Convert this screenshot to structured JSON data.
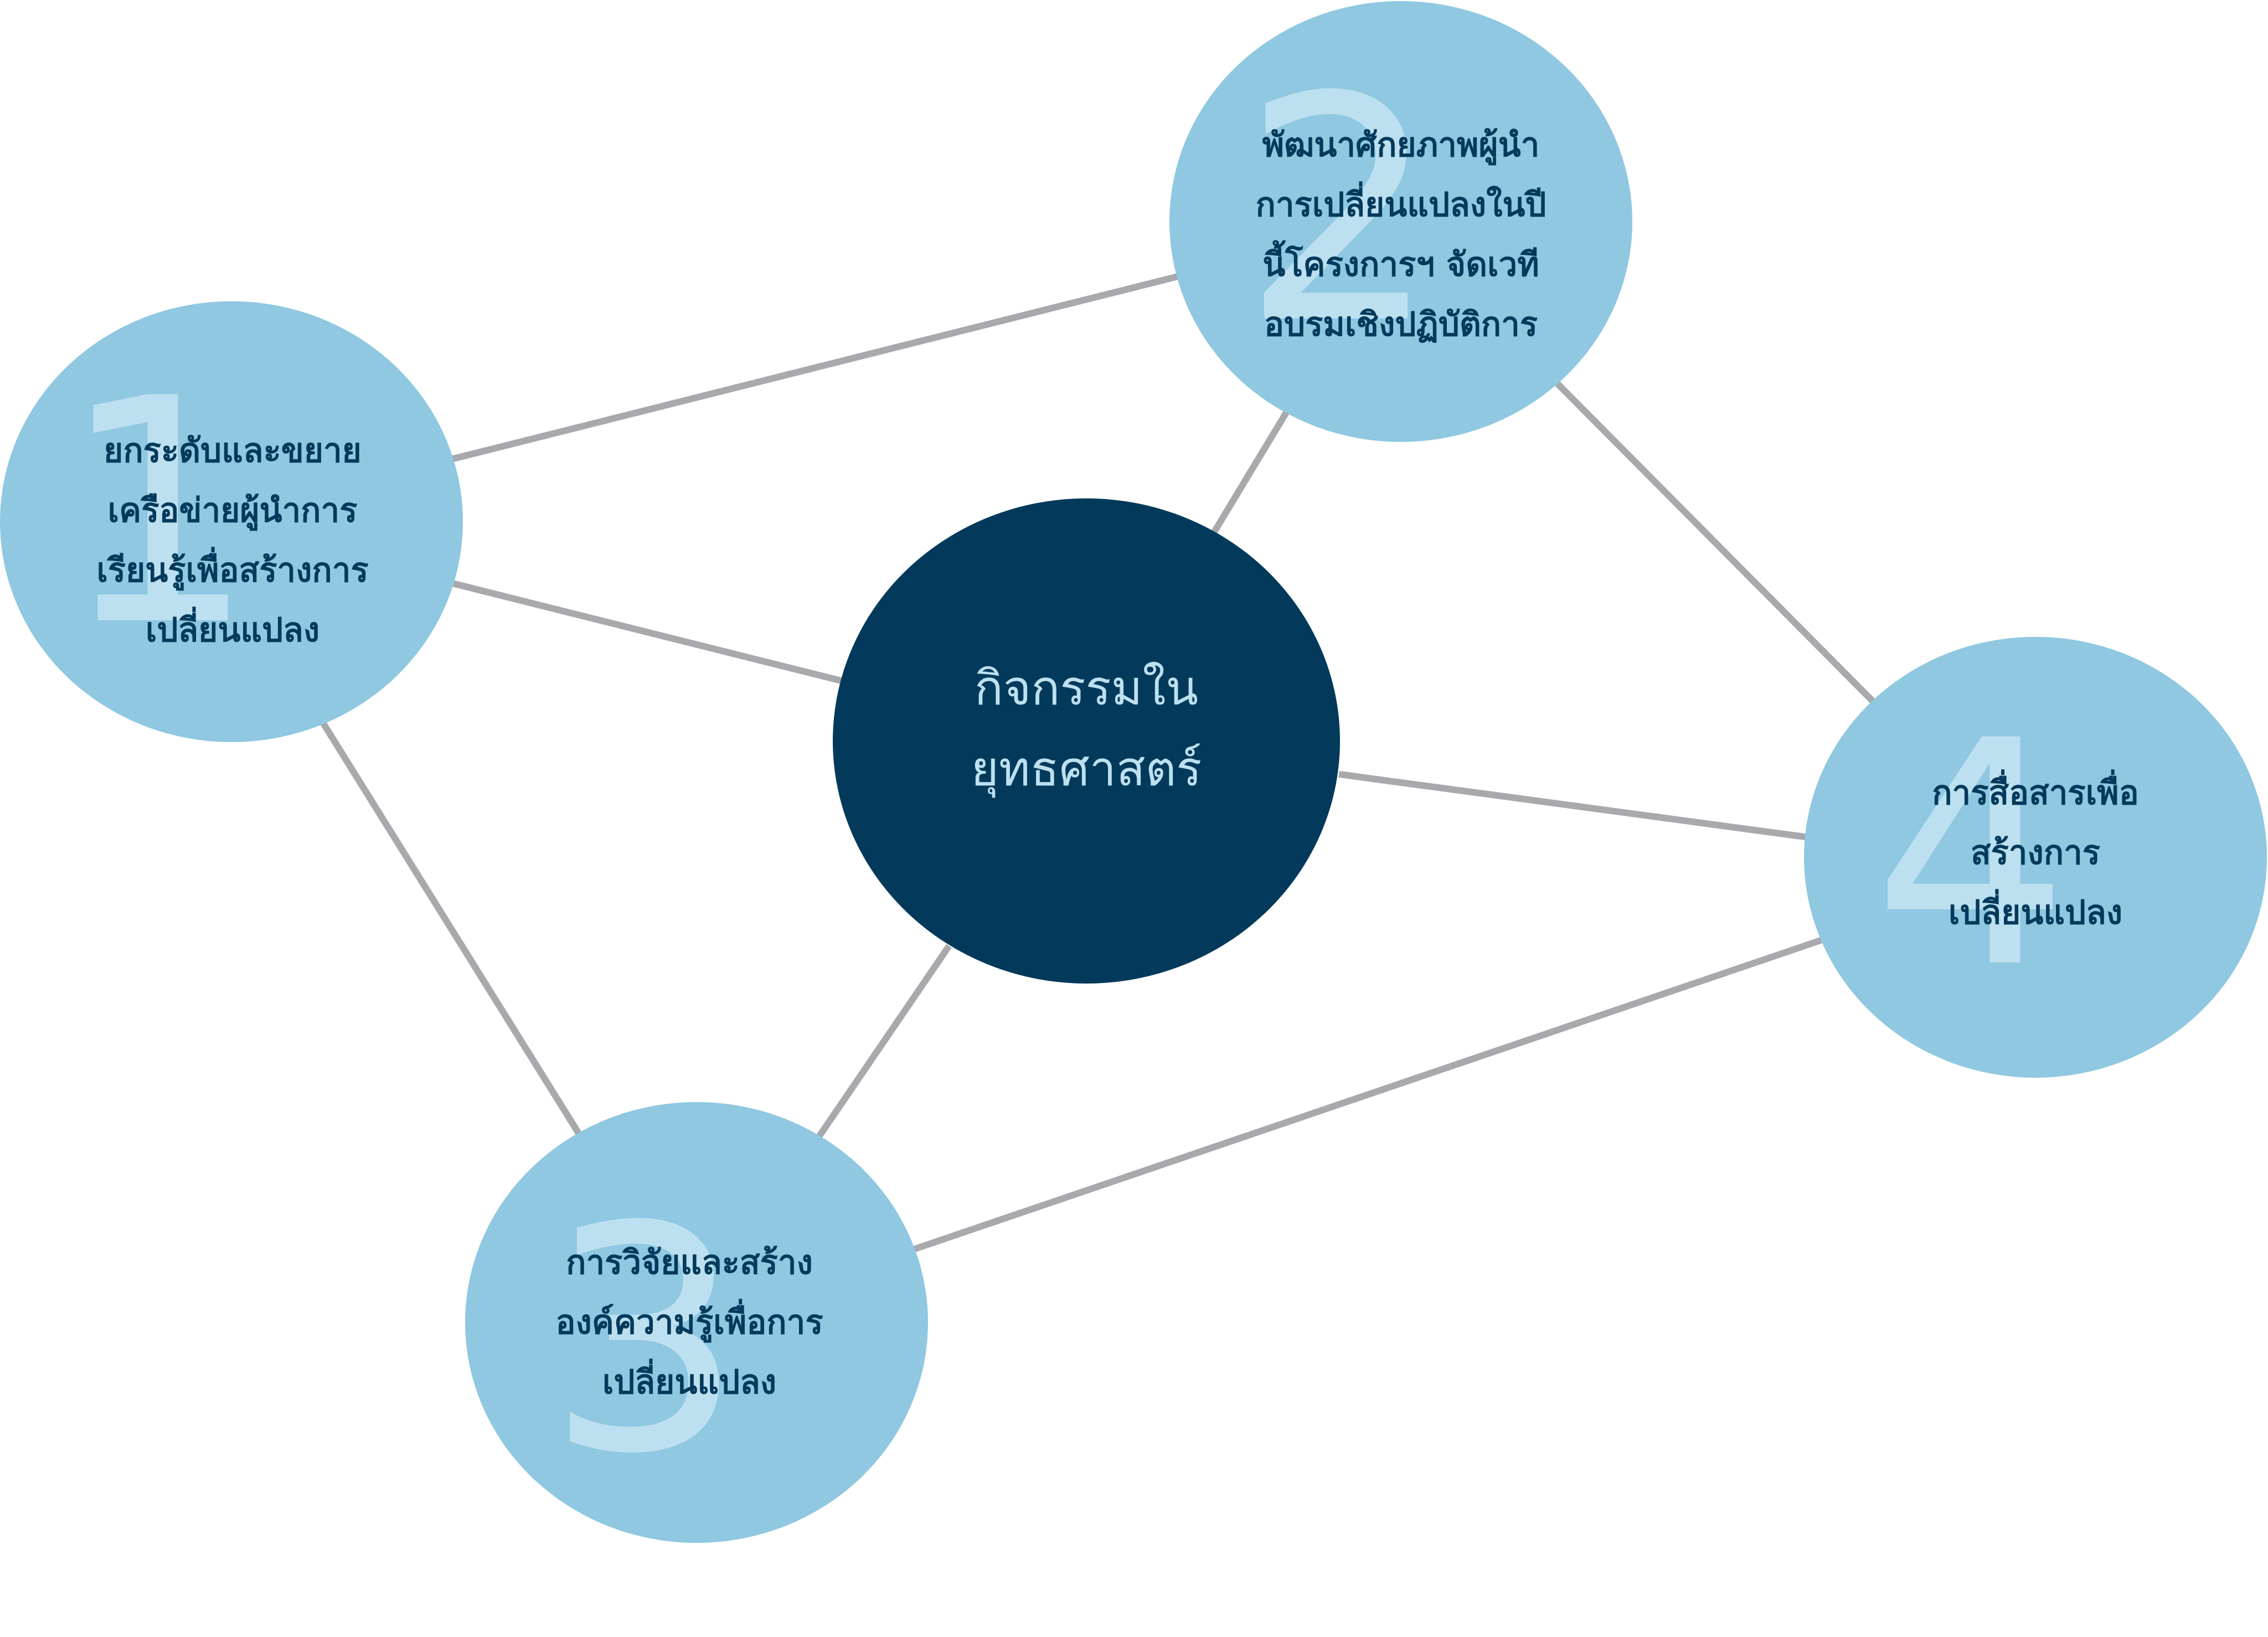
{
  "colors": {
    "connector": "#a7a9ac",
    "node_fill": "#8fc8e0",
    "number_fill": "#bde0f0",
    "node_text": "#033a5b",
    "center_fill": "#033a5b",
    "center_text": "#bde0f0"
  },
  "center": {
    "lines": [
      "กิจกรรมใน",
      "ยุทธศาสตร์"
    ]
  },
  "nodes": [
    {
      "number": "1",
      "lines": [
        "ยกระดับและขยาย",
        "เครือข่ายผู้นำการ",
        "เรียนรู้เพื่อสร้างการ",
        "เปลี่ยนแปลง"
      ]
    },
    {
      "number": "2",
      "lines": [
        "พัฒนาศักยภาพผู้นำ",
        "การเปลี่ยนแปลงในปี",
        "นี้โครงการฯ จัดเวที",
        "อบรมเชิงปฏิบัติการ"
      ]
    },
    {
      "number": "3",
      "lines": [
        "การวิจัยและสร้าง",
        "องค์ความรู้เพื่อการ",
        "เปลี่ยนแปลง"
      ]
    },
    {
      "number": "4",
      "lines": [
        "การสื่อสารเพื่อ",
        "สร้างการ",
        "เปลี่ยนแปลง"
      ]
    }
  ]
}
